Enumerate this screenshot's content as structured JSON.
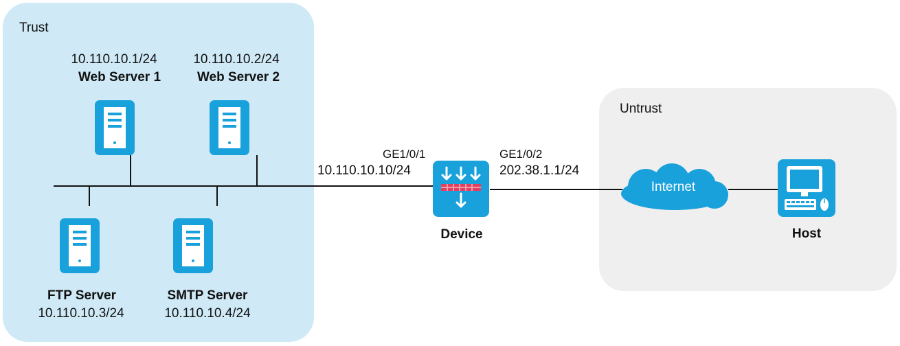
{
  "zones": {
    "trust": "Trust",
    "untrust": "Untrust"
  },
  "servers": {
    "web1": {
      "ip": "10.110.10.1/24",
      "name": "Web Server 1"
    },
    "web2": {
      "ip": "10.110.10.2/24",
      "name": "Web Server 2"
    },
    "ftp": {
      "name": "FTP Server",
      "ip": "10.110.10.3/24"
    },
    "smtp": {
      "name": "SMTP Server",
      "ip": "10.110.10.4/24"
    }
  },
  "device": {
    "name": "Device",
    "if1": {
      "name": "GE1/0/1",
      "ip": "10.110.10.10/24"
    },
    "if2": {
      "name": "GE1/0/2",
      "ip": "202.38.1.1/24"
    }
  },
  "internet": "Internet",
  "host": "Host",
  "colors": {
    "accent": "#19a1dc",
    "trust_zone": "#cfe9f6",
    "untrust_zone": "#efefef",
    "filter": "#e0405f"
  },
  "icons": [
    "server-icon",
    "firewall-icon",
    "cloud-icon",
    "computer-icon"
  ]
}
